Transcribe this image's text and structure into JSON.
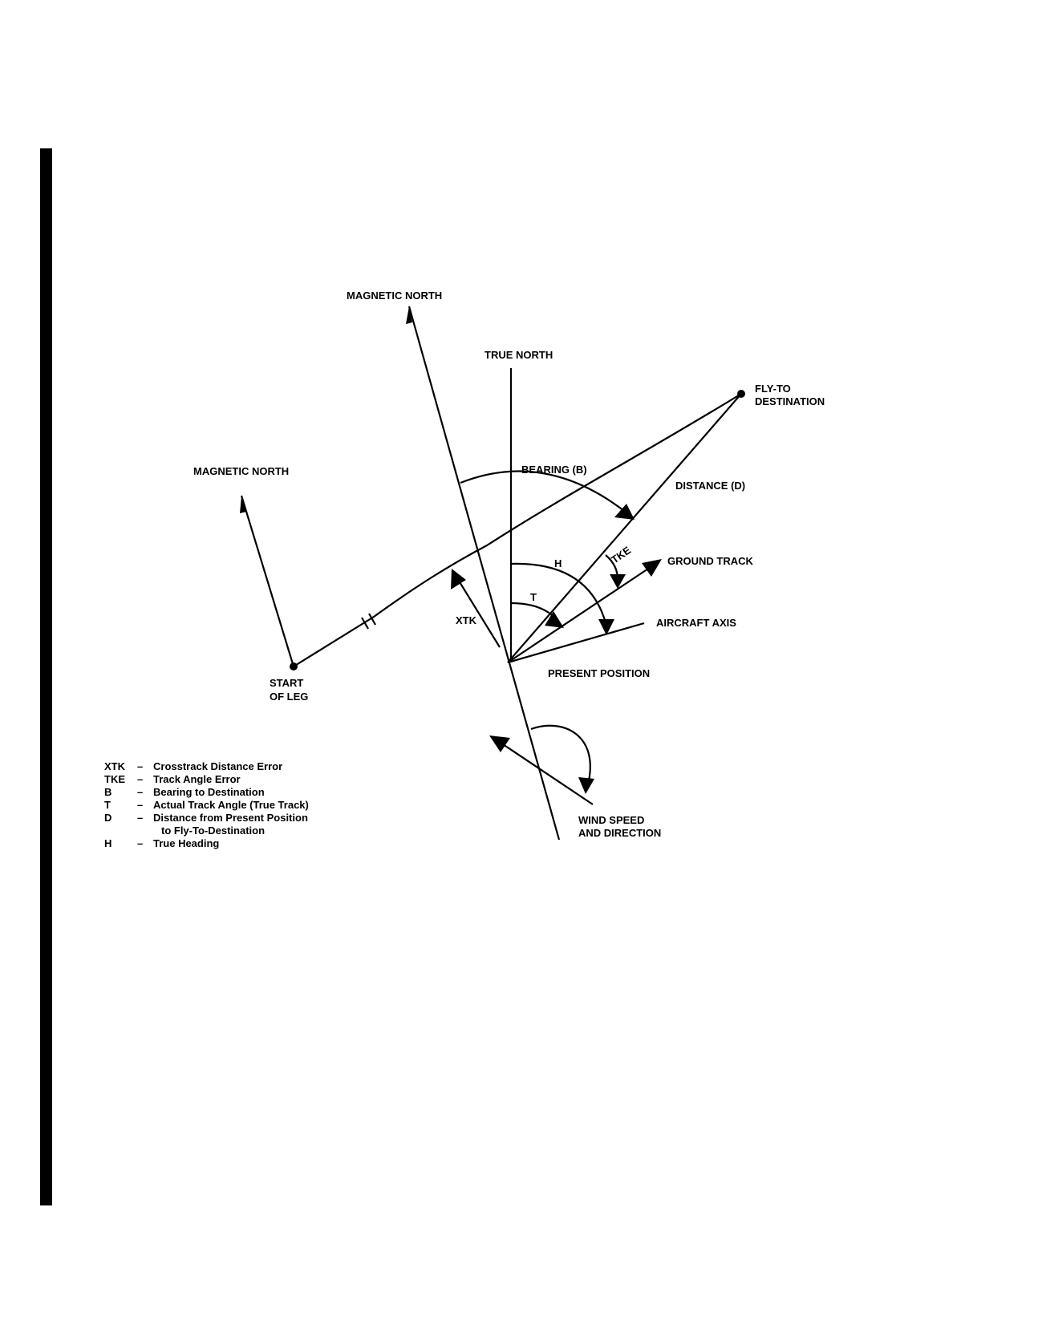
{
  "colors": {
    "ink": "#000000",
    "background": "#ffffff"
  },
  "labels": {
    "magnetic_north_top": "MAGNETIC NORTH",
    "true_north": "TRUE NORTH",
    "fly_to_destination": [
      "FLY-TO",
      "DESTINATION"
    ],
    "magnetic_north_left": "MAGNETIC NORTH",
    "bearing": "BEARING (B)",
    "distance": "DISTANCE (D)",
    "ground_track": "GROUND TRACK",
    "tke": "TKE",
    "h": "H",
    "t": "T",
    "xtk": "XTK",
    "aircraft_axis": "AIRCRAFT AXIS",
    "present_position": "PRESENT POSITION",
    "start_of_leg": [
      "START",
      "OF LEG"
    ],
    "wind": [
      "WIND SPEED",
      "AND DIRECTION"
    ]
  },
  "legend": [
    {
      "key": "XTK",
      "dash": "–",
      "text": [
        "Crosstrack Distance Error"
      ]
    },
    {
      "key": "TKE",
      "dash": "–",
      "text": [
        "Track Angle Error"
      ]
    },
    {
      "key": "B",
      "dash": "–",
      "text": [
        "Bearing to Destination"
      ]
    },
    {
      "key": "T",
      "dash": "–",
      "text": [
        "Actual Track Angle (True Track)"
      ]
    },
    {
      "key": "D",
      "dash": "–",
      "text": [
        "Distance from Present Position",
        "to Fly-To-Destination"
      ]
    },
    {
      "key": "H",
      "dash": "–",
      "text": [
        "True Heading"
      ]
    }
  ]
}
